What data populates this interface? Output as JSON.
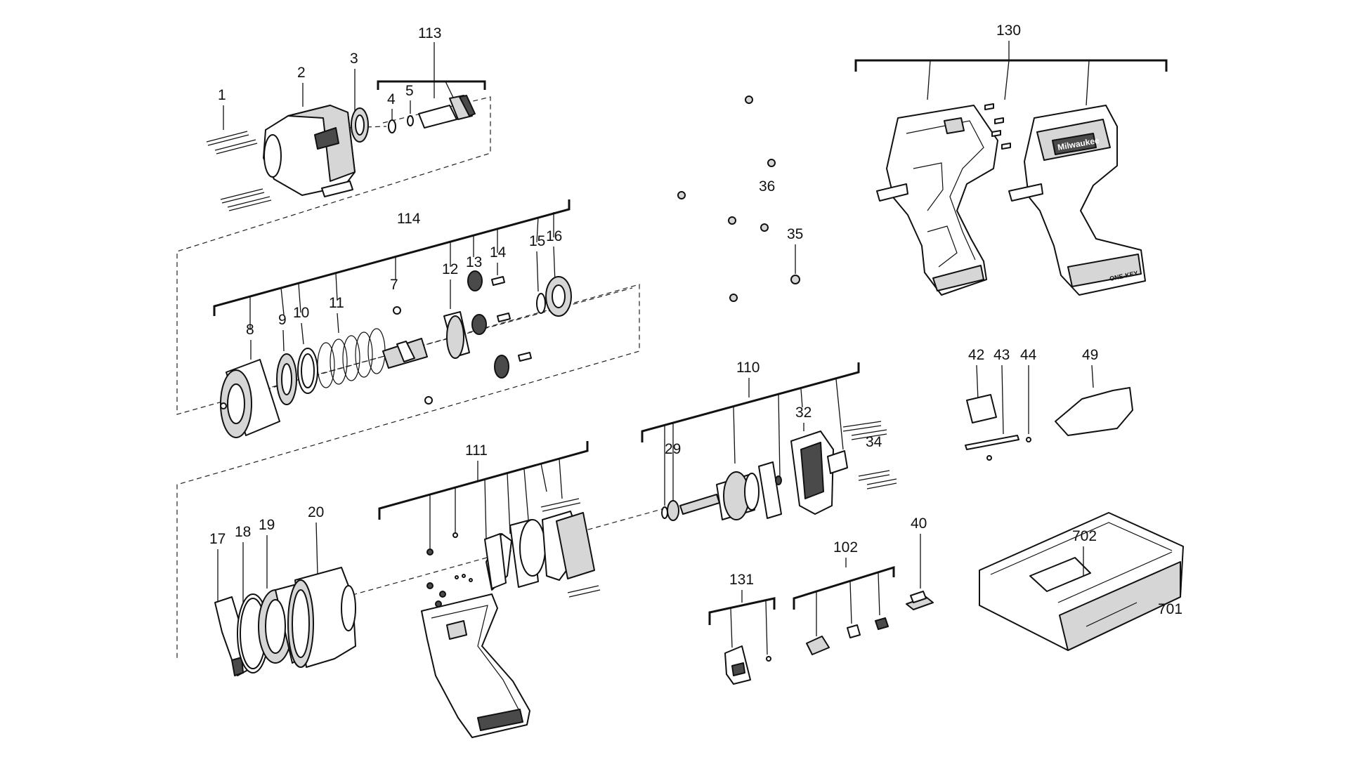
{
  "diagram": {
    "callouts": {
      "c1": "1",
      "c2": "2",
      "c3": "3",
      "c4": "4",
      "c5": "5",
      "c113": "113",
      "c114": "114",
      "c7": "7",
      "c8": "8",
      "c9": "9",
      "c10": "10",
      "c11": "11",
      "c12": "12",
      "c13": "13",
      "c14": "14",
      "c15": "15",
      "c16": "16",
      "c111": "111",
      "c17": "17",
      "c18": "18",
      "c19": "19",
      "c20": "20",
      "c110": "110",
      "c29": "29",
      "c32": "32",
      "c34": "34",
      "c36": "36",
      "c35": "35",
      "c130": "130",
      "c42": "42",
      "c43": "43",
      "c44": "44",
      "c49": "49",
      "c40": "40",
      "c102": "102",
      "c131": "131",
      "c702": "702",
      "c701": "701"
    },
    "brand_mark": "Milwaukee",
    "badge_mark": "ONE-KEY"
  }
}
